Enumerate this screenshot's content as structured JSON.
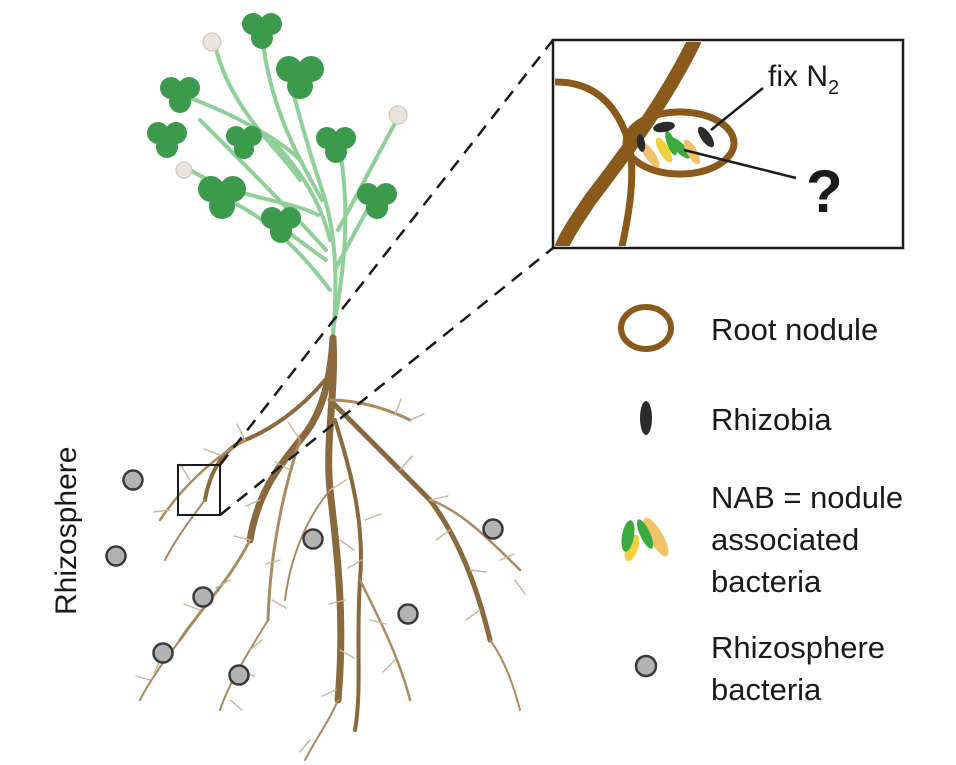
{
  "labels": {
    "rhizosphere": "Rhizosphere",
    "fix_n2": "fix N",
    "fix_n2_sub": "2",
    "question": "?"
  },
  "legend": [
    {
      "icon": "root-nodule-icon",
      "lines": [
        "Root nodule"
      ]
    },
    {
      "icon": "rhizobia-icon",
      "lines": [
        "Rhizobia"
      ]
    },
    {
      "icon": "nab-icon",
      "lines": [
        "NAB = nodule",
        "associated",
        "bacteria"
      ]
    },
    {
      "icon": "rhizosphere-bacteria-icon",
      "lines": [
        "Rhizosphere",
        "bacteria"
      ]
    }
  ],
  "colors": {
    "root_brown": "#8a5a1c",
    "root_light": "#a98a63",
    "stem_green": "#7ec48a",
    "leaf_green": "#3b9a4c",
    "rhizobia_black": "#2b2b2b",
    "nab_green": "#3aaa3f",
    "nab_yellow": "#f2d23a",
    "nab_tan": "#f0c36a",
    "bacteria_gray": "#b3b3b3"
  }
}
